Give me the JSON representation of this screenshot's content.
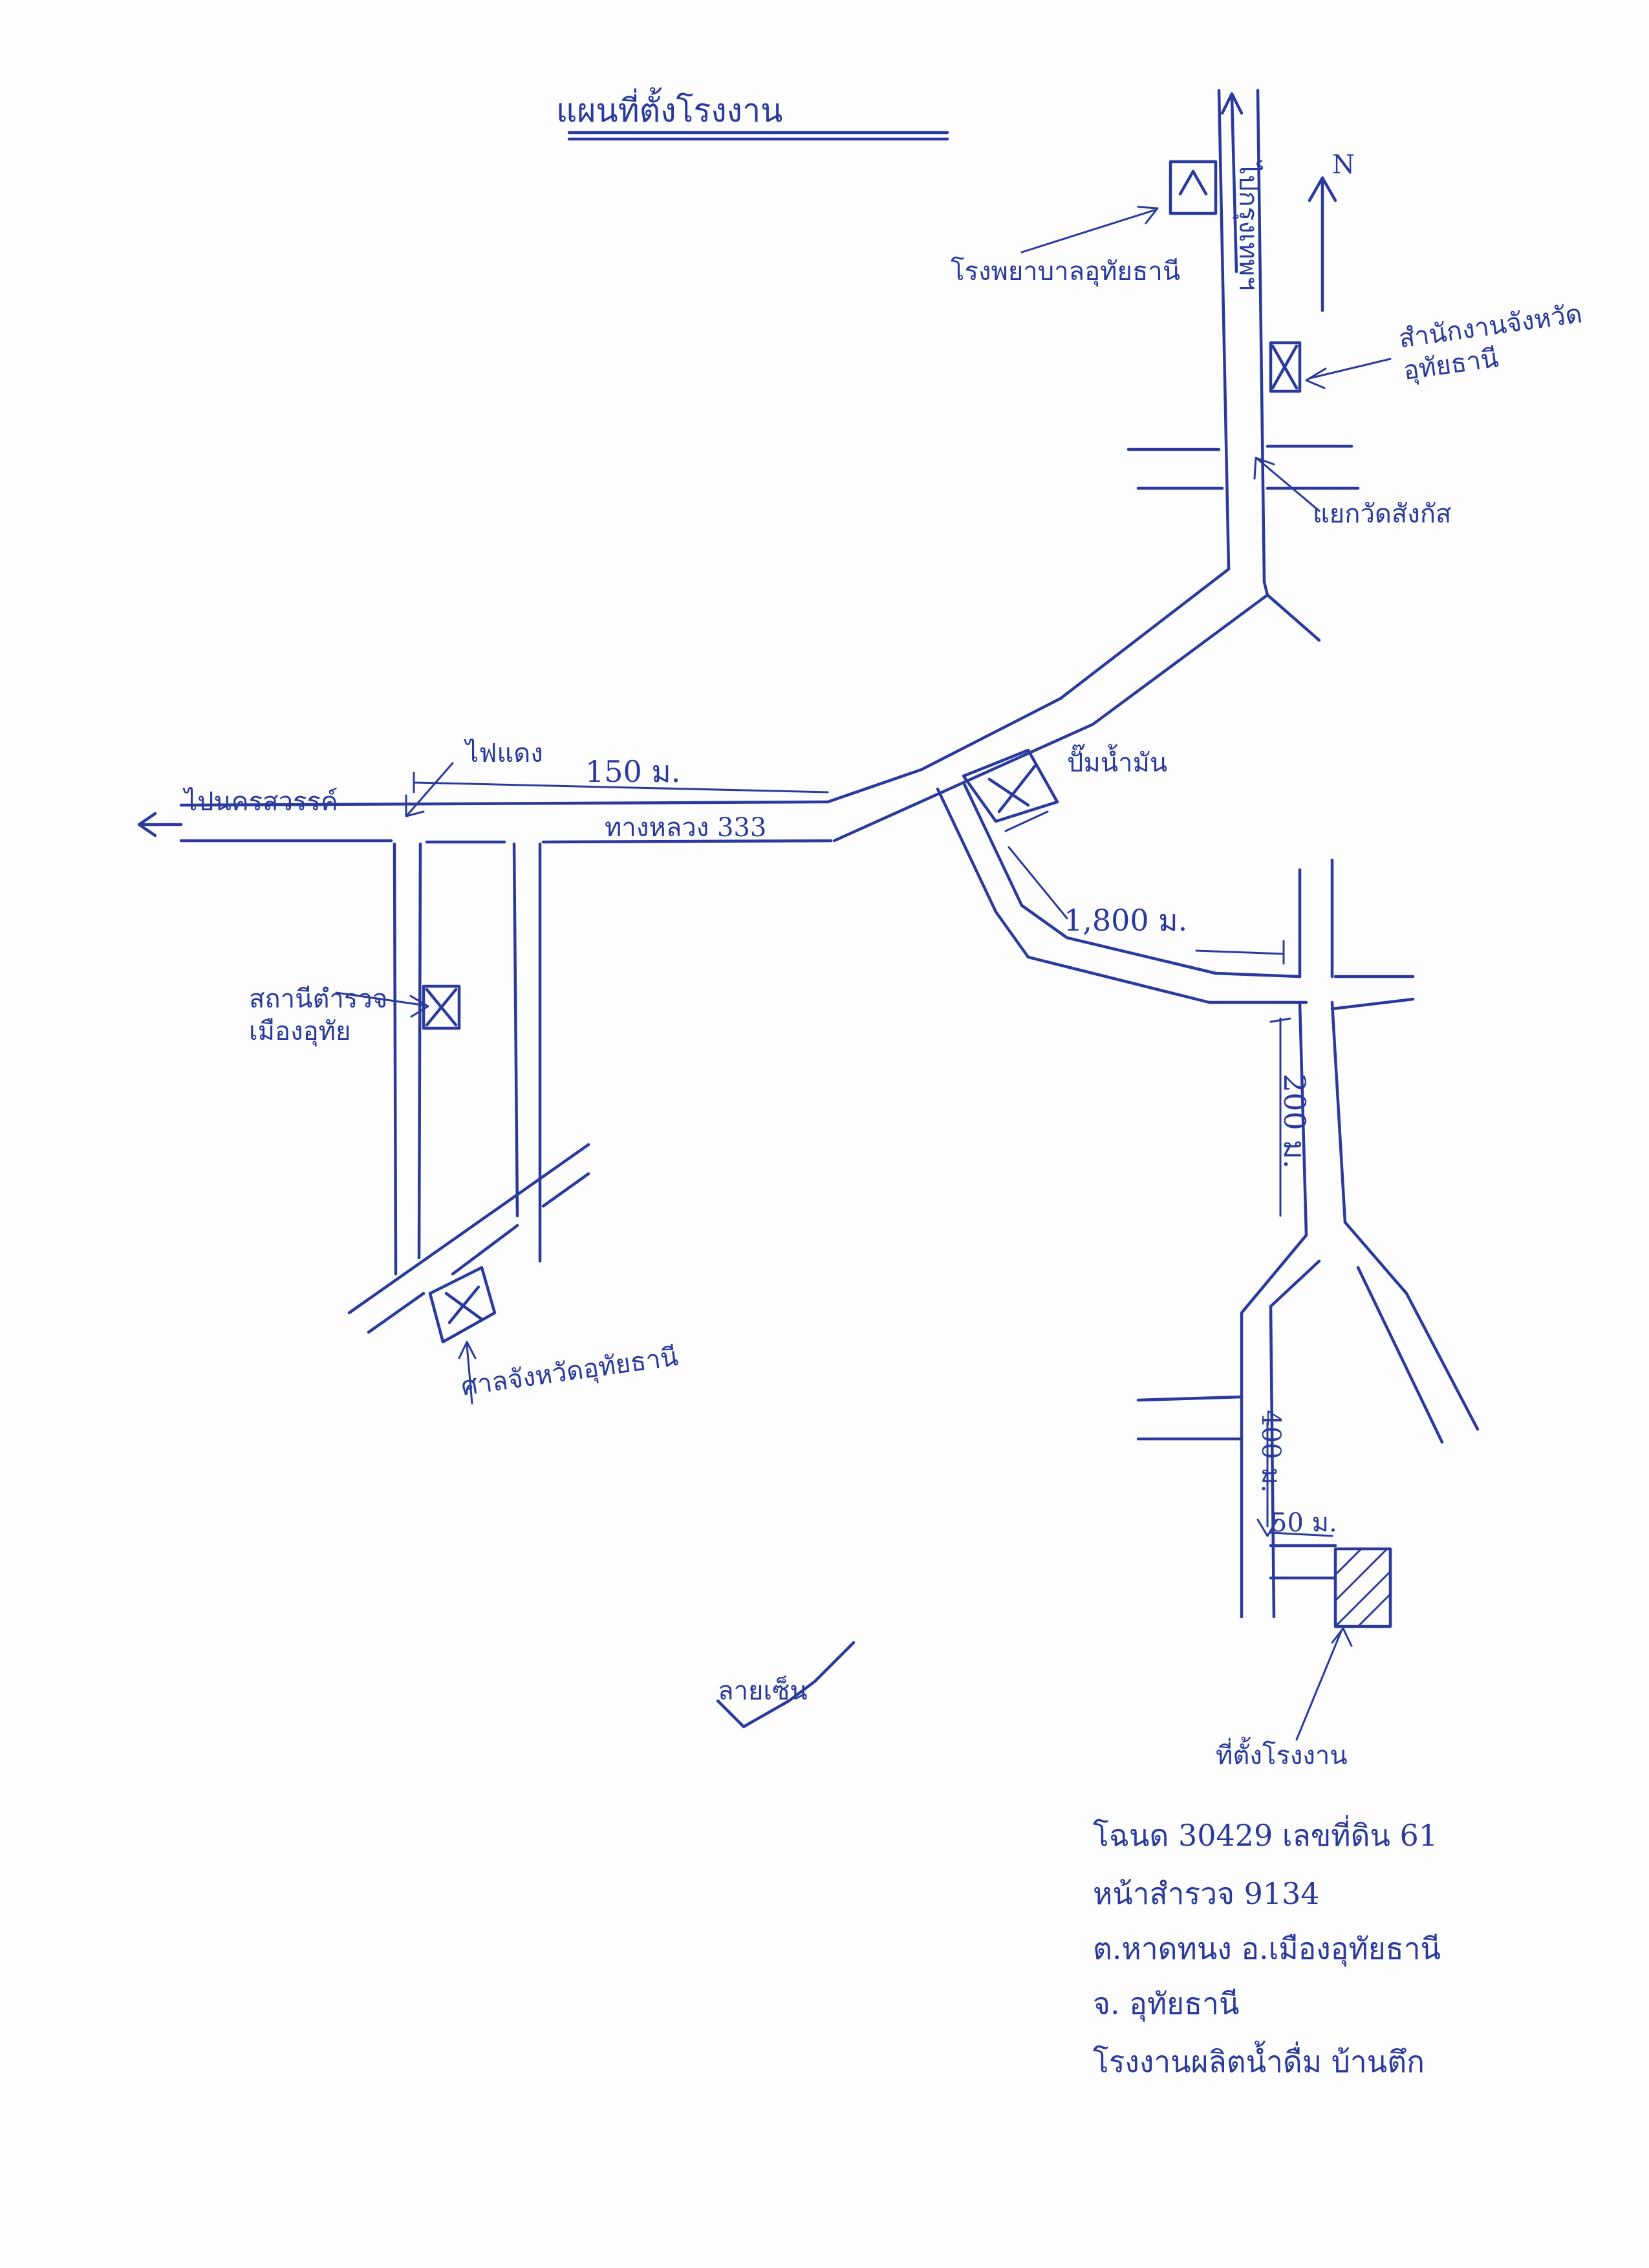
{
  "map": {
    "title": "แผนที่ตั้งโรงงาน",
    "labels": {
      "to_bangkok": "ไปกรุงเทพฯ",
      "north_arrow": "N",
      "hospital": "โรงพยาบาลอุทัยธานี",
      "office": "สำนักงานจังหวัด อุทัยธานี",
      "intersection": "แยกวัดสังกัส",
      "traffic_light": "ไฟแดง",
      "dist_150": "150 ม.",
      "road": "ทางหลวง 333",
      "to_nakhonsawan": "ไปนครสวรรค์",
      "gas_station": "ปั๊มน้ำมัน",
      "dist_1800": "1,800 ม.",
      "police": "สถานีตำรวจ เมืองอุทัย",
      "dist_200": "200 ม.",
      "dist_400": "400 ม.",
      "dist_50": "50 ม.",
      "court": "ศาลจังหวัดอุทัยธานี",
      "factory": "ที่ตั้งโรงงาน"
    },
    "signature": "ลายเซ็น",
    "address": [
      "โฉนด 30429 เลขที่ดิน 61",
      "หน้าสำรวจ 9134",
      "ต.หาดทนง อ.เมืองอุทัยธานี",
      "จ. อุทัยธานี",
      "โรงงานผลิตน้ำดื่ม บ้านตึก"
    ]
  },
  "colors": {
    "ink": "#2a3a9c",
    "paper": "#fdfdfd"
  }
}
